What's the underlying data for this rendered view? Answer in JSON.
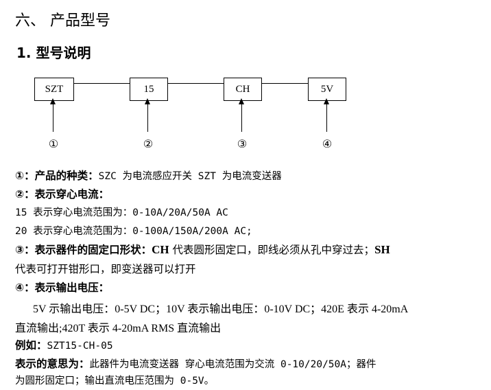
{
  "section_title": "六、 产品型号",
  "subsection_title": "1. 型号说明",
  "diagram": {
    "boxes": [
      "SZT",
      "15",
      "CH",
      "5V"
    ],
    "markers": [
      "①",
      "②",
      "③",
      "④"
    ]
  },
  "lines": {
    "l1_label": "①：产品的种类：",
    "l1_text": "SZC 为电流感应开关   SZT 为电流变送器",
    "l2_label": "②：表示穿心电流：",
    "l3_text": "15 表示穿心电流范围为：0-10A/20A/50A AC",
    "l4_text": "20 表示穿心电流范围为：0-100A/150A/200A AC;",
    "l5_label": "③：表示器件的固定口形状：",
    "l5_ch": "CH",
    "l5_text": " 代表圆形固定口，即线必须从孔中穿过去；",
    "l5_sh": "SH",
    "l6_text": "代表可打开钳形口，即变送器可以打开",
    "l7_label": "④：表示输出电压：",
    "l8_text": "5V 示输出电压：0-5V DC；10V 表示输出电压：0-10V DC；420E 表示 4-20mA",
    "l9_text": "直流输出;420T 表示 4-20mA RMS 直流输出",
    "l10_label": "例如：",
    "l10_text": "SZT15-CH-05",
    "l11_label": "表示的意思为：",
    "l11_text": "此器件为电流变送器 穿心电流范围为交流 0-10/20/50A；器件",
    "l12_text": "为圆形固定口；输出直流电压范围为 0-5V。"
  }
}
